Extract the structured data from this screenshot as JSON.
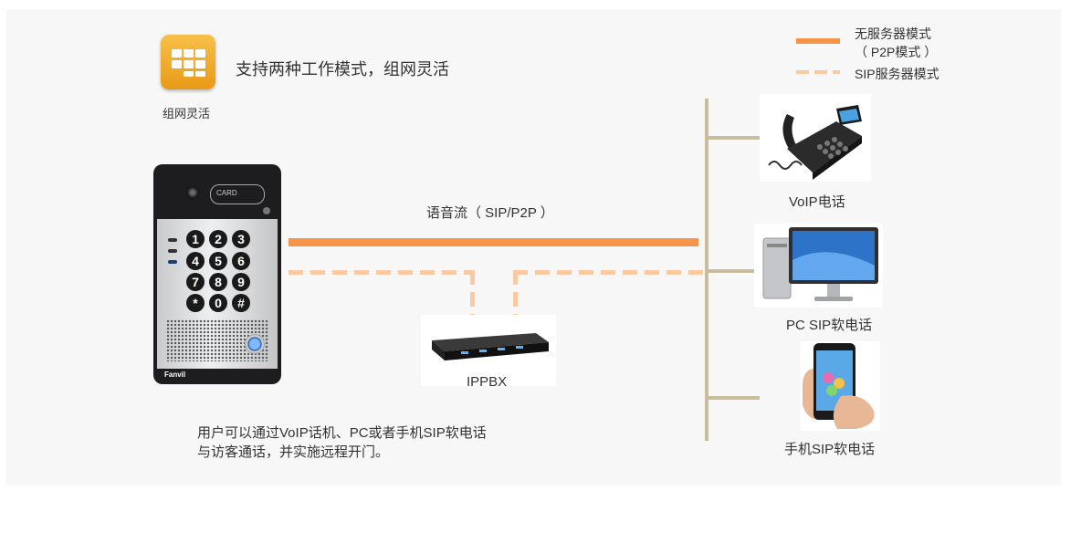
{
  "header": {
    "title": "支持两种工作模式，组网灵活",
    "icon_caption": "组网灵活"
  },
  "legend": {
    "p2p_line1": "无服务器模式",
    "p2p_line2": "（ P2P模式 ）",
    "sip": "SIP服务器模式"
  },
  "stream_label": "语音流（ SIP/P2P ）",
  "door_phone": {
    "keys": [
      "1",
      "2",
      "3",
      "4",
      "5",
      "6",
      "7",
      "8",
      "9",
      "*",
      "0",
      "#"
    ],
    "card_label": "CARD",
    "brand": "Fanvil"
  },
  "pbx_label": "IPPBX",
  "devices": {
    "voip": "VoIP电话",
    "pc": "PC SIP软电话",
    "mobile": "手机SIP软电话"
  },
  "description": {
    "line1": "用户可以通过VoIP话机、PC或者手机SIP软电话",
    "line2": "与访客通话，并实施远程开门。"
  },
  "colors": {
    "p2p": "#f5954a",
    "sip": "#fac9a0",
    "bus": "#c8bd9c",
    "icon": "#f0a92b"
  }
}
